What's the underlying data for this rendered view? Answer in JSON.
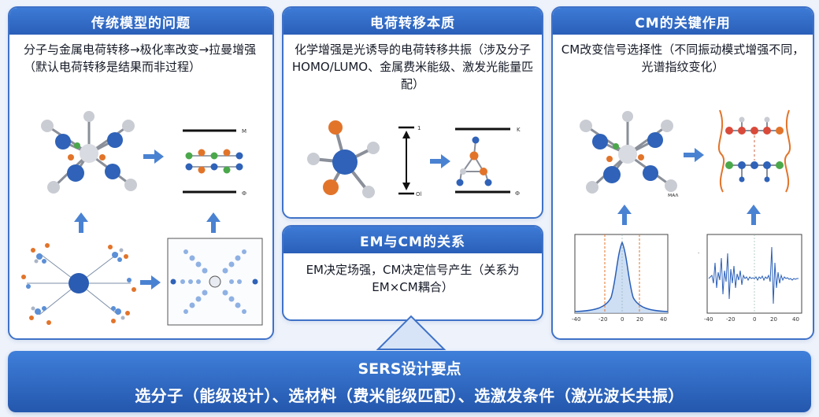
{
  "panels": {
    "traditional": {
      "title": "传统模型的问题",
      "text": "分子与金属电荷转移→极化率改变→拉曼增强（默认电荷转移是结果而非过程）"
    },
    "essence": {
      "title": "电荷转移本质",
      "text": "化学增强是光诱导的电荷转移共振（涉及分子HOMO/LUMO、金属费米能级、激发光能量匹配）"
    },
    "cm_role": {
      "title": "CM的关键作用",
      "text": "CM改变信号选择性（不同振动模式增强不同，光谱指纹变化）"
    },
    "em_cm": {
      "title": "EM与CM的关系",
      "text": "EM决定场强，CM决定信号产生（关系为EM×CM耦合）"
    }
  },
  "bottom": {
    "title": "SERS设计要点",
    "text": "选分子（能级设计）、选材料（费米能级匹配）、选激发条件（激光波长共振）"
  },
  "colors": {
    "header_blue": "#2f67c2",
    "accent_orange": "#e2742a",
    "accent_green": "#4aa84a",
    "atom_blue": "#2f62b8"
  }
}
